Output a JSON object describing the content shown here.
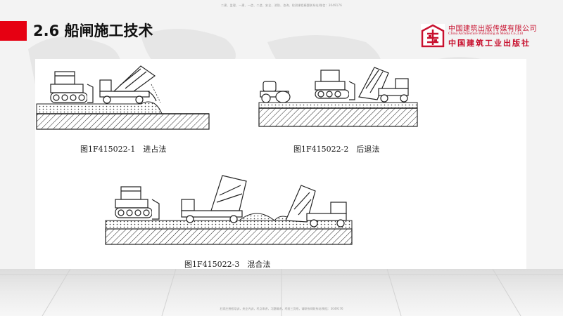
{
  "header": {
    "top_note": "二建、监理、一建、一造、二造、安全、消防、咨询、检测课程精题联系站/微信：3049176",
    "title": "2.6 船闸施工技术"
  },
  "publisher": {
    "name_cn": "中国建筑出版传媒有限公司",
    "name_en": "China Architecture Publishing & Media Co.,Ltd",
    "name_cn_script": "中国建筑工业出版社"
  },
  "figures": [
    {
      "caption": "图1F415022-1　进占法"
    },
    {
      "caption": "图1F415022-2　后退法"
    },
    {
      "caption": "图1F415022-3　混合法"
    }
  ],
  "footer": {
    "note": "石家庄授权培训，央企内训，考点串讲，习题精讲，考前三页纸，请联系网联系站/微信：3049176"
  },
  "colors": {
    "accent_red": "#e60012",
    "publisher_red": "#c8102e",
    "line_art": "#222222"
  }
}
